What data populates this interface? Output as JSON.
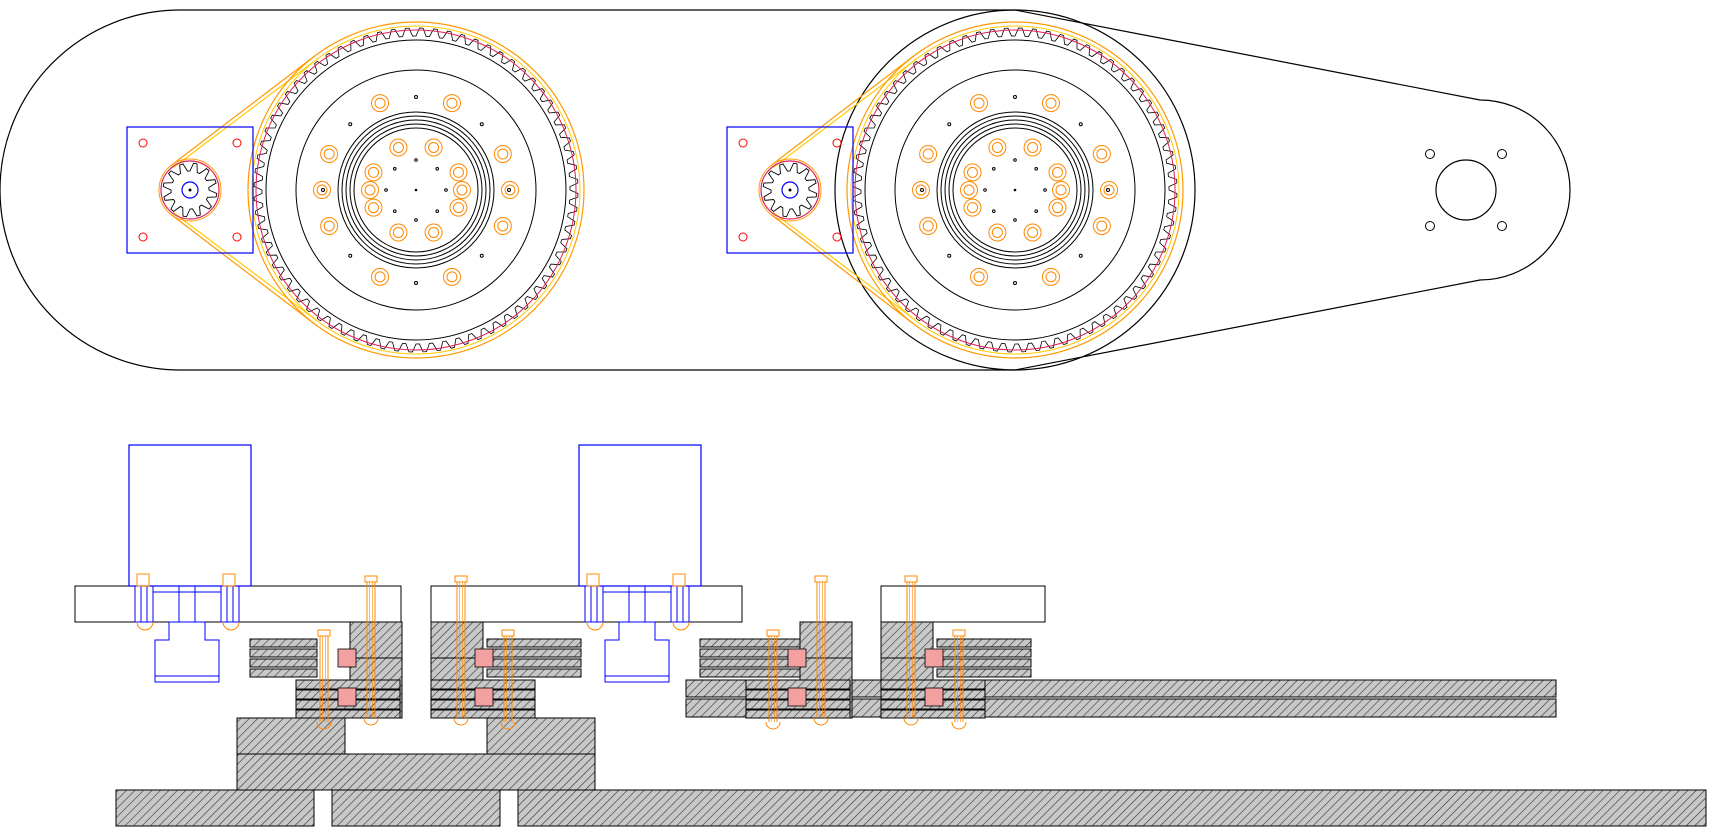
{
  "drawing": {
    "title": "",
    "views": [
      {
        "name": "top-view",
        "label": ""
      },
      {
        "name": "side-section-view",
        "label": ""
      }
    ]
  },
  "colors": {
    "outline": "#000000",
    "motor": "#0000ff",
    "belt": "#ff9900",
    "belt_inner": "#ffcc00",
    "bolt": "#ff8800",
    "motor_screw": "#ff0000",
    "pulley_hub": "#dd2255",
    "bearing_fill": "#f2a0a0",
    "hatch_stroke": "#333333",
    "hatch_bg": "#c8c8c8"
  },
  "stage1": {
    "motor_pulley_teeth": 12,
    "large_pulley_teeth": 72,
    "hub_bolts": 8,
    "inner_bolts": 8
  },
  "stage2": {
    "motor_pulley_teeth": 12,
    "large_pulley_teeth": 72,
    "hub_bolts": 8,
    "inner_bolts": 8
  },
  "output_flange": {
    "holes": 4
  }
}
